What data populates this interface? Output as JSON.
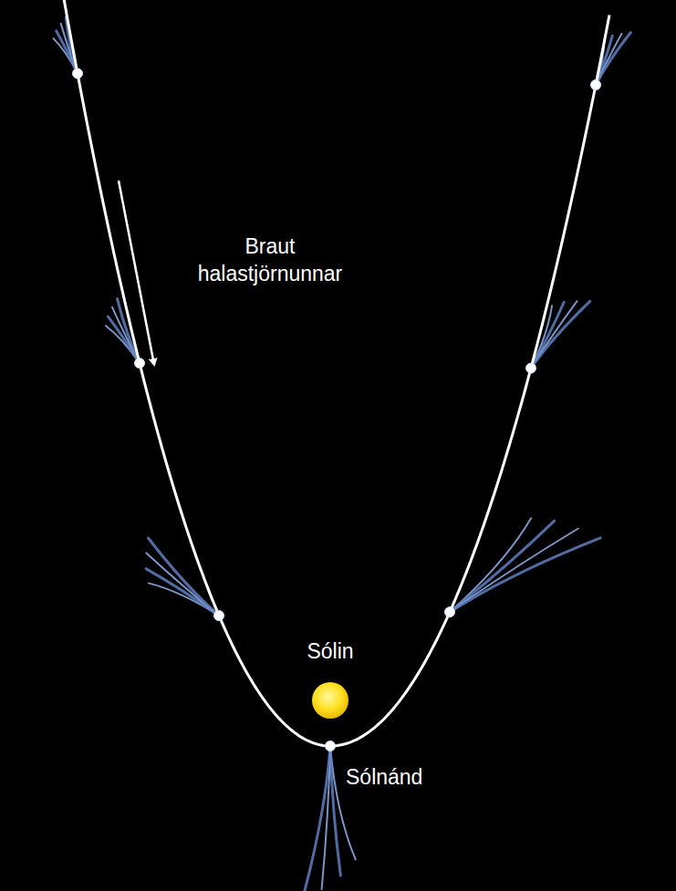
{
  "diagram": {
    "labels": [
      "Braut halastjörnunnar",
      "Sólin",
      "Sólnánd"
    ]
  }
}
